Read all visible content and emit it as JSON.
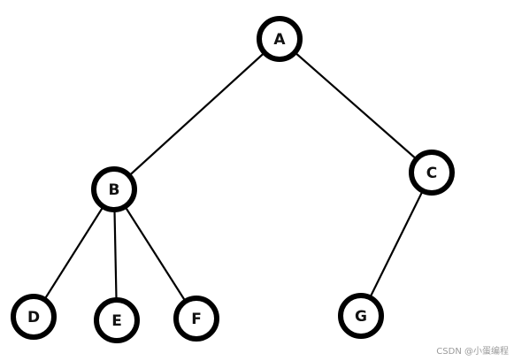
{
  "diagram": {
    "nodes": [
      {
        "id": "A",
        "label": "A"
      },
      {
        "id": "B",
        "label": "B"
      },
      {
        "id": "C",
        "label": "C"
      },
      {
        "id": "D",
        "label": "D"
      },
      {
        "id": "E",
        "label": "E"
      },
      {
        "id": "F",
        "label": "F"
      },
      {
        "id": "G",
        "label": "G"
      }
    ],
    "edges": [
      {
        "from": "A",
        "to": "B"
      },
      {
        "from": "A",
        "to": "C"
      },
      {
        "from": "B",
        "to": "D"
      },
      {
        "from": "B",
        "to": "E"
      },
      {
        "from": "B",
        "to": "F"
      },
      {
        "from": "C",
        "to": "G"
      }
    ],
    "colors": {
      "stroke": "#000000",
      "node_fill": "#ffffff",
      "label": "#111111",
      "watermark": "#9a9a9a"
    }
  },
  "watermark": {
    "text": "CSDN @小蛋编程"
  }
}
